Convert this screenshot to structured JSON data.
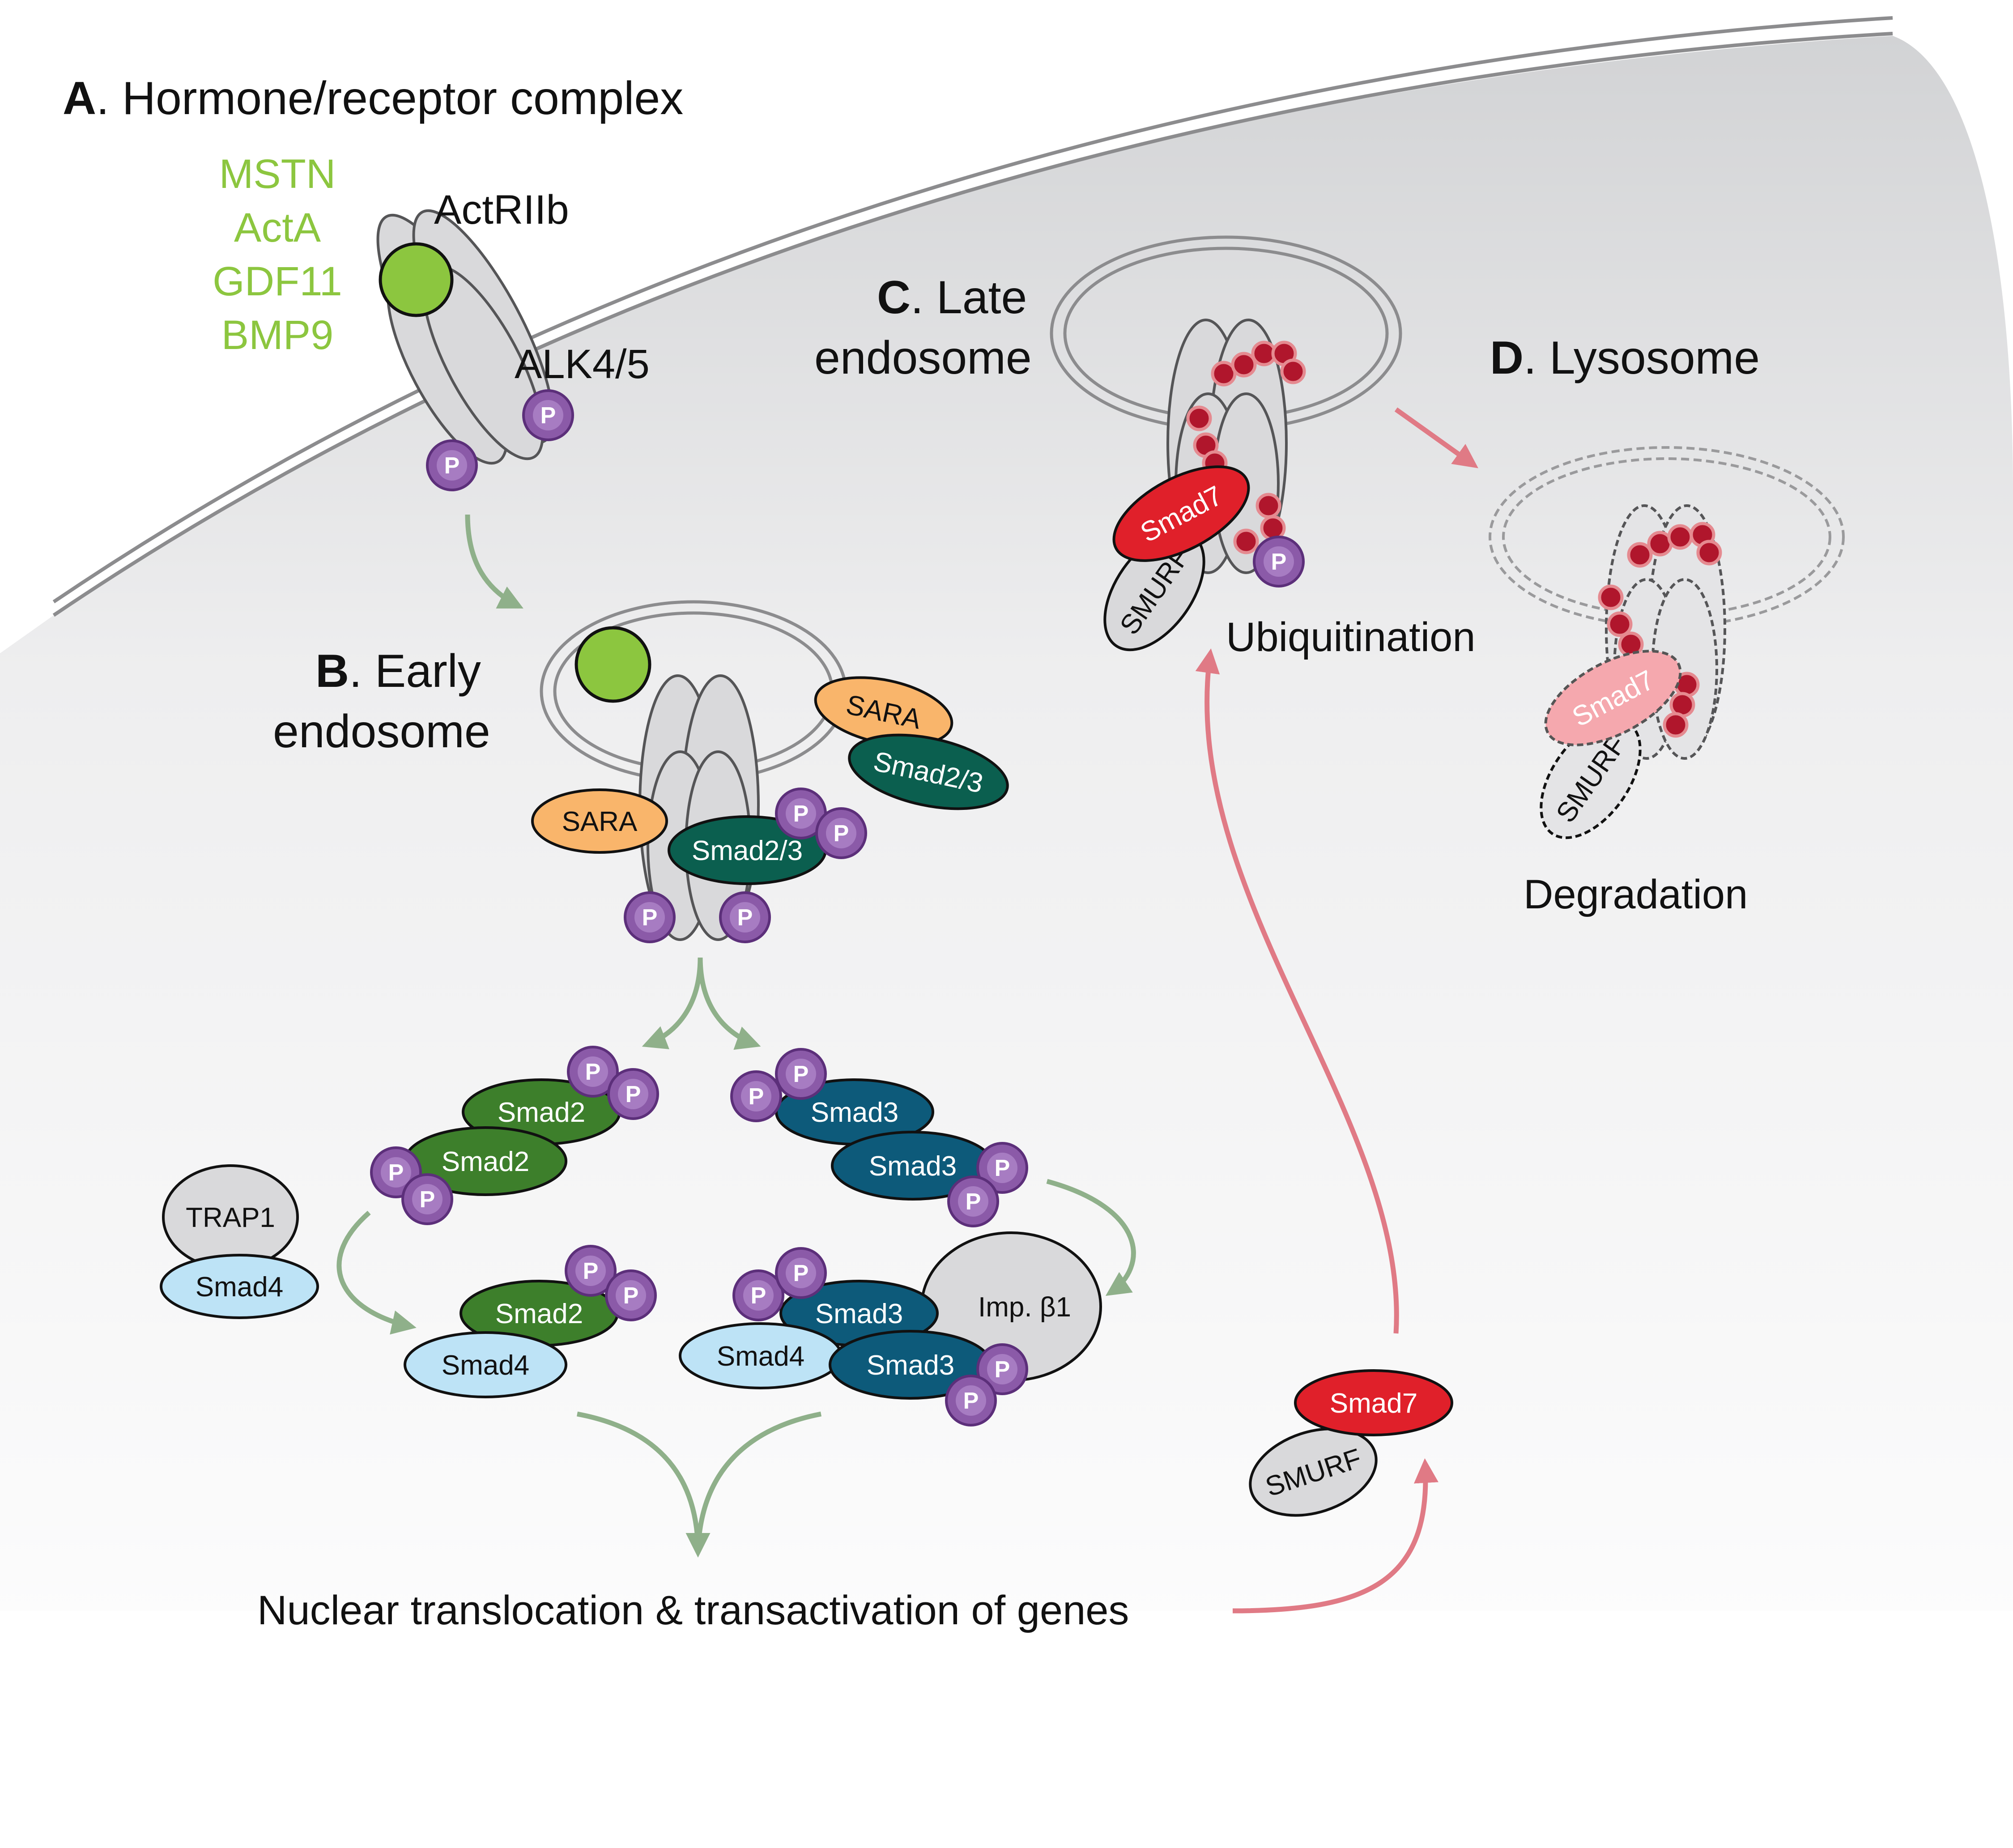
{
  "colors": {
    "ligand": "#8cc63f",
    "receptor": "#d9d9db",
    "phospho": "#8b5aa8",
    "sara": "#f9b56b",
    "smad23": "#0b5f4f",
    "smad2": "#3d7f2b",
    "smad3": "#0d5a7a",
    "smad4": "#bde3f6",
    "smad7": "#e0202a",
    "ubiquitin": "#b0162c",
    "arrow_green": "#8fb08a",
    "arrow_red": "#e07a85"
  },
  "sections": {
    "a": {
      "letter": "A",
      "title": ".  Hormone/receptor complex"
    },
    "b": {
      "letter": "B",
      "title_1": ".  Early",
      "title_2": "endosome"
    },
    "c": {
      "letter": "C",
      "title_1": ".  Late",
      "title_2": "endosome"
    },
    "d": {
      "letter": "D",
      "title": ".  Lysosome"
    }
  },
  "ligands": [
    "MSTN",
    "ActA",
    "GDF11",
    "BMP9"
  ],
  "receptors": {
    "type2": "ActRIIb",
    "type1": "ALK4/5"
  },
  "molecules": {
    "phospho": "P",
    "sara": "SARA",
    "smad23": "Smad2/3",
    "smad2": "Smad2",
    "smad3": "Smad3",
    "smad4": "Smad4",
    "smad7": "Smad7",
    "smurf": "SMURF",
    "trap1": "TRAP1",
    "importin": "Imp. β1"
  },
  "process_labels": {
    "ubiquitination": "Ubiquitination",
    "degradation": "Degradation",
    "nuclear": "Nuclear translocation & transactivation of genes"
  },
  "icons": [
    "phosphate-group-icon",
    "ubiquitin-bead-icon",
    "ligand-ball-icon"
  ]
}
